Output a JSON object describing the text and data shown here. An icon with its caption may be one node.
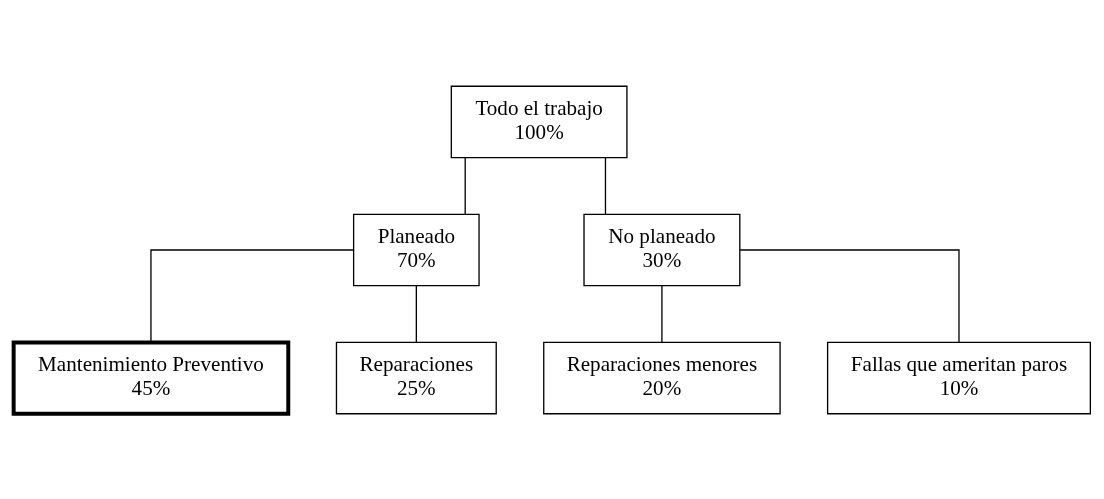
{
  "diagram": {
    "nodes": [
      {
        "text": [
          "Todo el trabajo",
          "100%"
        ]
      },
      {
        "text": [
          "Planeado",
          "70%"
        ]
      },
      {
        "text": [
          "No planeado",
          "30%"
        ]
      },
      {
        "text": [
          "Mantenimiento Preventivo",
          "45%"
        ]
      },
      {
        "text": [
          "Reparaciones",
          "25%"
        ]
      },
      {
        "text": [
          "Reparaciones menores",
          "20%"
        ]
      },
      {
        "text": [
          "Fallas que ameritan paros",
          "10%"
        ]
      }
    ],
    "edges": [
      {
        "from": 0,
        "to": 1,
        "arrow": "none"
      },
      {
        "from": 0,
        "to": 2,
        "arrow": "none"
      },
      {
        "from": 1,
        "to": 3,
        "arrow": "none"
      },
      {
        "from": 1,
        "to": 4,
        "arrow": "none"
      },
      {
        "from": 2,
        "to": 5,
        "arrow": "none"
      },
      {
        "from": 2,
        "to": 6,
        "arrow": "none"
      }
    ]
  }
}
